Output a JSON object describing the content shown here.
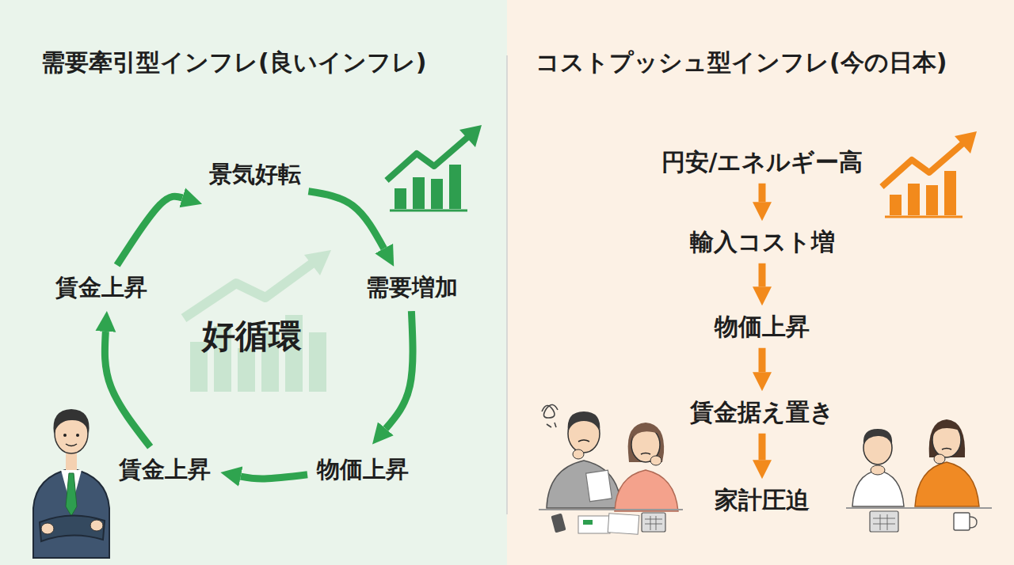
{
  "diagram": {
    "nodes": [
      {
        "text": [
          "需要牽引型インフレ(良いインフレ)"
        ]
      },
      {
        "text": [
          "景気好転"
        ],
        "in": 0
      },
      {
        "text": [
          "需要増加"
        ],
        "in": 0
      },
      {
        "text": [
          "物価上昇"
        ],
        "in": 0
      },
      {
        "text": [
          "賃金上昇"
        ],
        "in": 0
      },
      {
        "text": [
          "賃金上昇"
        ],
        "in": 0
      },
      {
        "text": [
          "コストプッシュ型インフレ(今の日本)"
        ]
      },
      {
        "text": [
          "円安/エネルギー高"
        ],
        "in": 6
      },
      {
        "text": [
          "輸入コスト増"
        ],
        "in": 6
      },
      {
        "text": [
          "物価上昇"
        ],
        "in": 6
      },
      {
        "text": [
          "賃金据え置き"
        ],
        "in": 6
      },
      {
        "text": [
          "家計圧迫"
        ],
        "in": 6
      }
    ],
    "edges": [
      {
        "from": 1,
        "to": 2,
        "arrow": "to"
      },
      {
        "from": 2,
        "to": 3,
        "arrow": "to"
      },
      {
        "from": 3,
        "to": 4,
        "arrow": "to"
      },
      {
        "from": 4,
        "to": 5,
        "arrow": "to"
      },
      {
        "from": 5,
        "to": 1,
        "arrow": "to"
      },
      {
        "from": 7,
        "to": 8,
        "arrow": "to"
      },
      {
        "from": 8,
        "to": 9,
        "arrow": "to"
      },
      {
        "from": 9,
        "to": 10,
        "arrow": "to"
      },
      {
        "from": 10,
        "to": 11,
        "arrow": "to"
      }
    ],
    "labels": [
      "好循環"
    ]
  }
}
